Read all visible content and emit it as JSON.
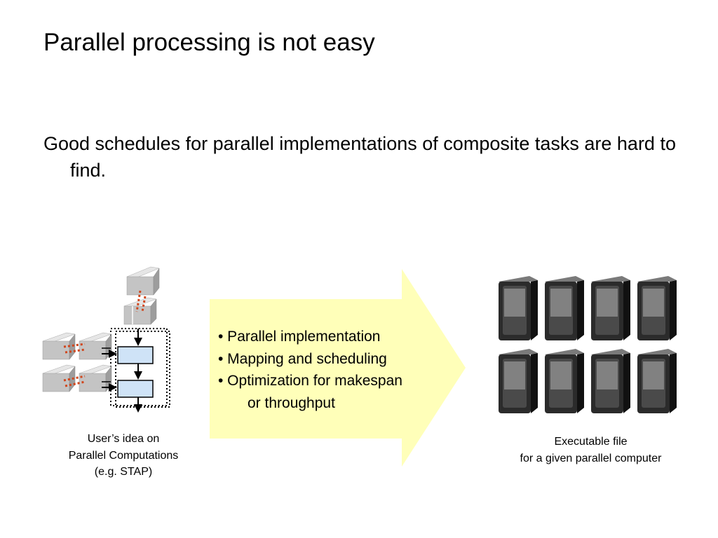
{
  "slide": {
    "title": "Parallel processing is not easy",
    "body": "Good schedules for parallel implementations of composite tasks are hard to find."
  },
  "arrow": {
    "fill_color": "#ffffb9",
    "bullets": [
      "• Parallel implementation",
      "• Mapping and scheduling",
      "• Optimization for makespan"
    ],
    "bullet_continuation": "or throughput"
  },
  "left_diagram": {
    "caption_lines": [
      "User’s idea on",
      "Parallel Computations",
      "(e.g. STAP)"
    ]
  },
  "right_diagram": {
    "caption_lines": [
      "Executable file",
      "for a given parallel computer"
    ]
  },
  "colors": {
    "task_box": "#cfe3f7",
    "block": "#c8c8c8",
    "dashes": "#d0461c",
    "server_body": "#2b2b2b"
  }
}
